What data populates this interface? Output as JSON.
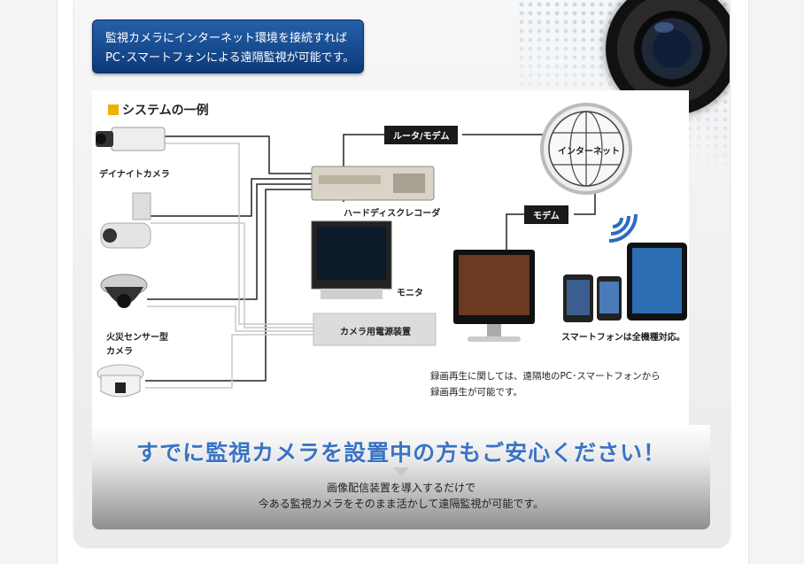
{
  "banner": {
    "line1": "監視カメラにインターネット環境を接続すれば",
    "line2": "PC･スマートフォンによる遠隔監視が可能です。"
  },
  "diagram": {
    "title": "システムの一例",
    "devices": {
      "day_night_camera": "デイナイトカメラ",
      "fire_sensor_camera_line1": "火災センサー型",
      "fire_sensor_camera_line2": "カメラ",
      "hdd_recorder": "ハードディスクレコーダ",
      "monitor": "モニタ",
      "camera_power": "カメラ用電源装置",
      "internet": "インターネット",
      "smartphones": "スマートフォンは全機種対応。"
    },
    "tags": {
      "router": "ルータ/モデム",
      "modem": "モデム"
    },
    "note_line1": "録画再生に関しては、遠隔地のPC･スマートフォンから",
    "note_line2": "録画再生が可能です。"
  },
  "footer": {
    "headline": "すでに監視カメラを設置中の方もご安心ください！",
    "sub_line1": "画像配信装置を導入するだけで",
    "sub_line2": "今ある監視カメラをそのまま活かして遠隔監視が可能です。"
  },
  "colors": {
    "accent_blue": "#3a73c3",
    "badge_blue": "#1a4d94",
    "title_square": "#f0b000"
  }
}
